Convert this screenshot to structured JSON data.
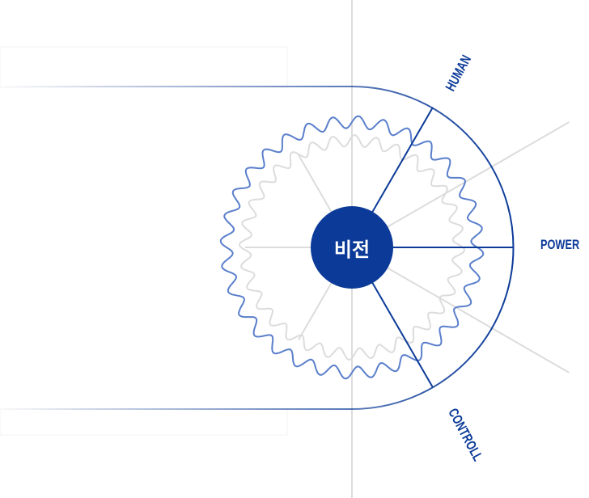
{
  "center": {
    "label": "비전"
  },
  "labels": {
    "human": "HUMAN",
    "power": "POWER",
    "controll": "CONTROLL"
  },
  "colors": {
    "primary": "#0b3a98",
    "wave": "#5a7fcb",
    "gray": "#dcdcdc"
  }
}
